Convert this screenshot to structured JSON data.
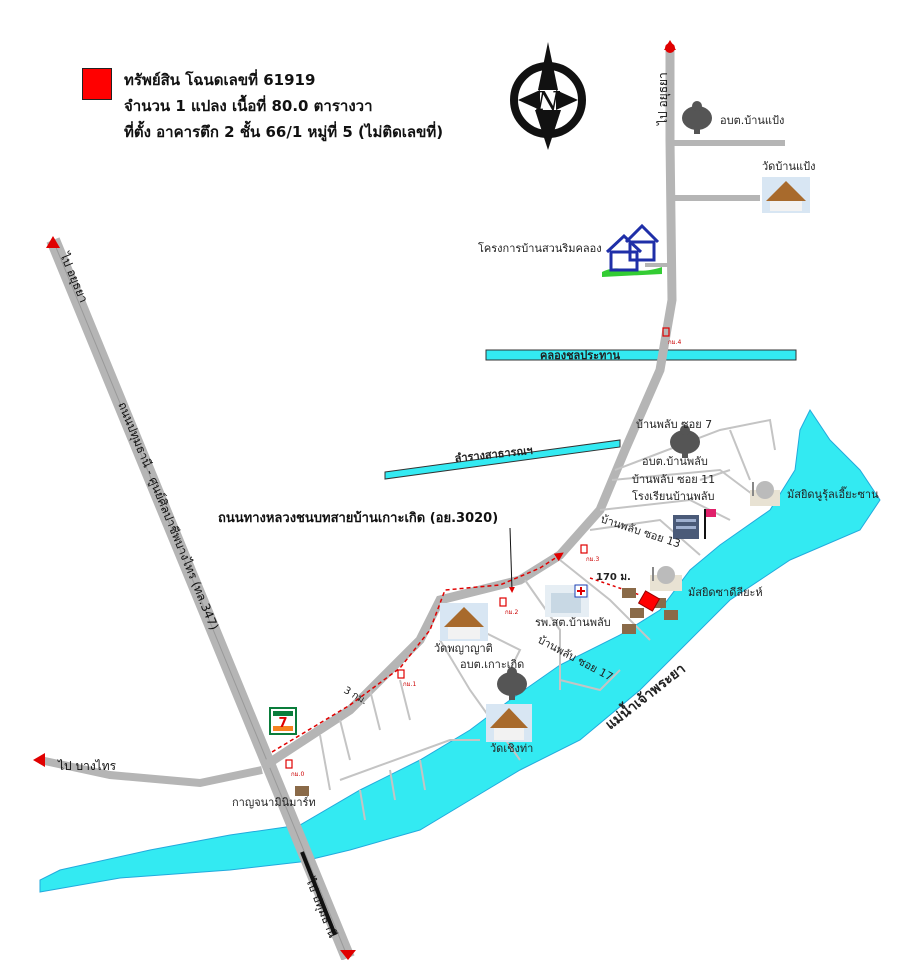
{
  "legend": {
    "line1": "ทรัพย์สิน โฉนดเลขที่ 61919",
    "line2": "จำนวน 1 แปลง เนื้อที่ 80.0 ตารางวา",
    "line3": "ที่ตั้ง อาคารตึก 2 ชั้น 66/1 หมู่ที่ 5 (ไม่ติดเลขที่)",
    "marker_color": "#ff0000"
  },
  "compass": {
    "letter": "N"
  },
  "roads": {
    "main_highway": "ถนนปทุมธานี - ศูนย์ศิลปาชีพบางไทร (ทล.347)",
    "rural_road": "ถนนทางหลวงชนบทสายบ้านเกาะเกิด (อย.3020)",
    "to_ayutthaya_right": "ไป อยุธยา",
    "to_ayutthaya_left": "ไป อยุธยา",
    "to_bang_sai": "ไป บางไทร",
    "to_pathum_thani": "ไป ปทุมธานี",
    "soi_7": "บ้านพลับ ซอย 7",
    "soi_11": "บ้านพลับ ซอย 11",
    "soi_13": "บ้านพลับ ซอย 13",
    "soi_17": "บ้านพลับ ซอย 17"
  },
  "water": {
    "river": "แม่น้ำเจ้าพระยา",
    "canal_chonprathan": "คลองชลประทาน",
    "public_ditch": "ลำรางสาธารณฯ"
  },
  "places": {
    "obt_ban_paeng": "อบต.บ้านแป้ง",
    "wat_ban_paeng": "วัดบ้านแป้ง",
    "housing_project": "โครงการบ้านสวนริมคลอง",
    "obt_ban_phlap": "อบต.บ้านพลับ",
    "school_ban_phlap": "โรงเรียนบ้านพลับ",
    "mosque_nurul": "มัสยิดนูรุ้ลเอี๊ยะซาน",
    "mosque_chatdi": "มัสยิดซาดีลียะห์",
    "hospital": "รพ.สต.บ้านพลับ",
    "wat_phaya_yat": "วัดพญาญาติ",
    "obt_ko_koet": "อบต.เกาะเกิด",
    "wat_choeng_tha": "วัดเชิงท่า",
    "kanchana_market": "กาญจนามินิมาร์ท",
    "store_logo": "7"
  },
  "distances": {
    "route_total": "3 กม.",
    "to_property": "170 ม.",
    "km_markers": [
      "กม.0",
      "กม.1",
      "กม.2",
      "กม.3",
      "กม.4"
    ]
  },
  "colors": {
    "road": "#b5b5b5",
    "river": "#33eaf2",
    "route": "#e00000",
    "arrow": "#e00000",
    "housing": "#1f2fa8",
    "grass": "#33cc33"
  }
}
